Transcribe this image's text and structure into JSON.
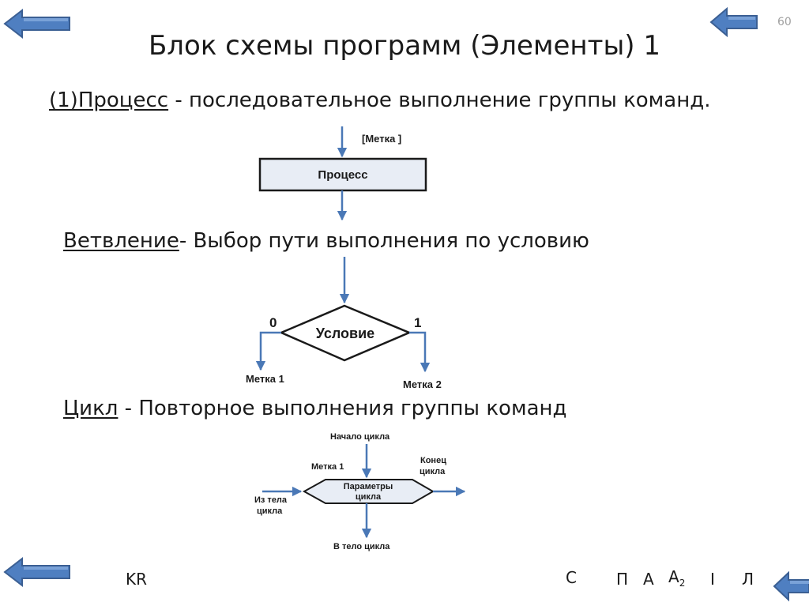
{
  "slide": {
    "page_number": "60",
    "title": "Блок схемы программ (Элементы) 1"
  },
  "process": {
    "term": "(1)Процесс",
    "definition": " - последовательное выполнение группы команд.",
    "label": "[Метка ]",
    "box_text": "Процесс"
  },
  "branch": {
    "term": "Ветвление",
    "definition": "- Выбор пути выполнения по условию",
    "condition": "Условие",
    "zero": "0",
    "one": "1",
    "label1": "Метка 1",
    "label2": "Метка 2"
  },
  "loop": {
    "term": "Цикл",
    "definition": " - Повторное  выполнения группы команд",
    "start": "Начало цикла",
    "label1": "Метка 1",
    "end_line1": "Конец",
    "end_line2": "цикла",
    "params_line1": "Параметры",
    "params_line2": "цикла",
    "from_body_line1": "Из тела",
    "from_body_line2": "цикла",
    "to_body": "В тело цикла"
  },
  "footer": {
    "left": "KR",
    "c": "С",
    "p": "П",
    "a": "А",
    "a2": "А",
    "a2_sub": "2",
    "i": "I",
    "l": "Л"
  },
  "colors": {
    "arrow_blue": "#4a78b6",
    "box_fill": "#e8edf5",
    "nav_arrow": "#4f7fc1"
  },
  "icons": [
    "arrow-left-icon"
  ]
}
